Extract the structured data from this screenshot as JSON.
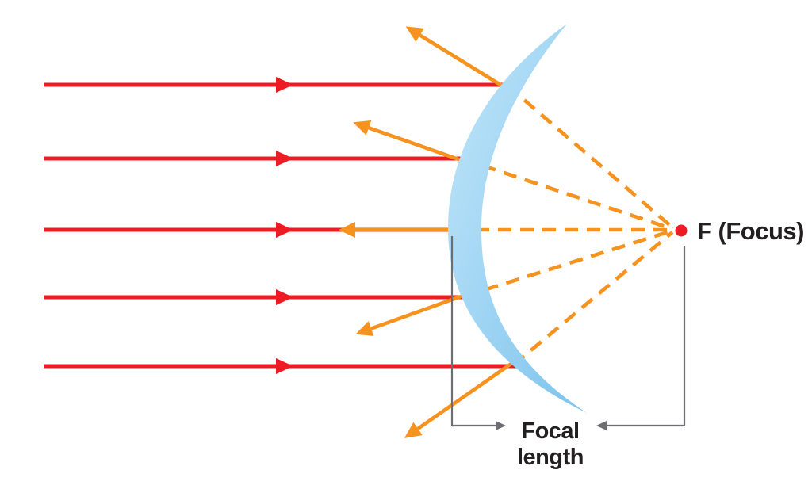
{
  "labels": {
    "focus": "F (Focus)",
    "focal_length_line1": "Focal",
    "focal_length_line2": "length"
  },
  "colors": {
    "incident_ray": "#ed1c24",
    "reflected_ray": "#f6921e",
    "mirror_light": "#c2e6fa",
    "mirror_dark": "#7cc3ec",
    "annotation": "#6d6e71",
    "focus_dot": "#ed1c24",
    "text": "#231f20",
    "background": "#ffffff"
  }
}
